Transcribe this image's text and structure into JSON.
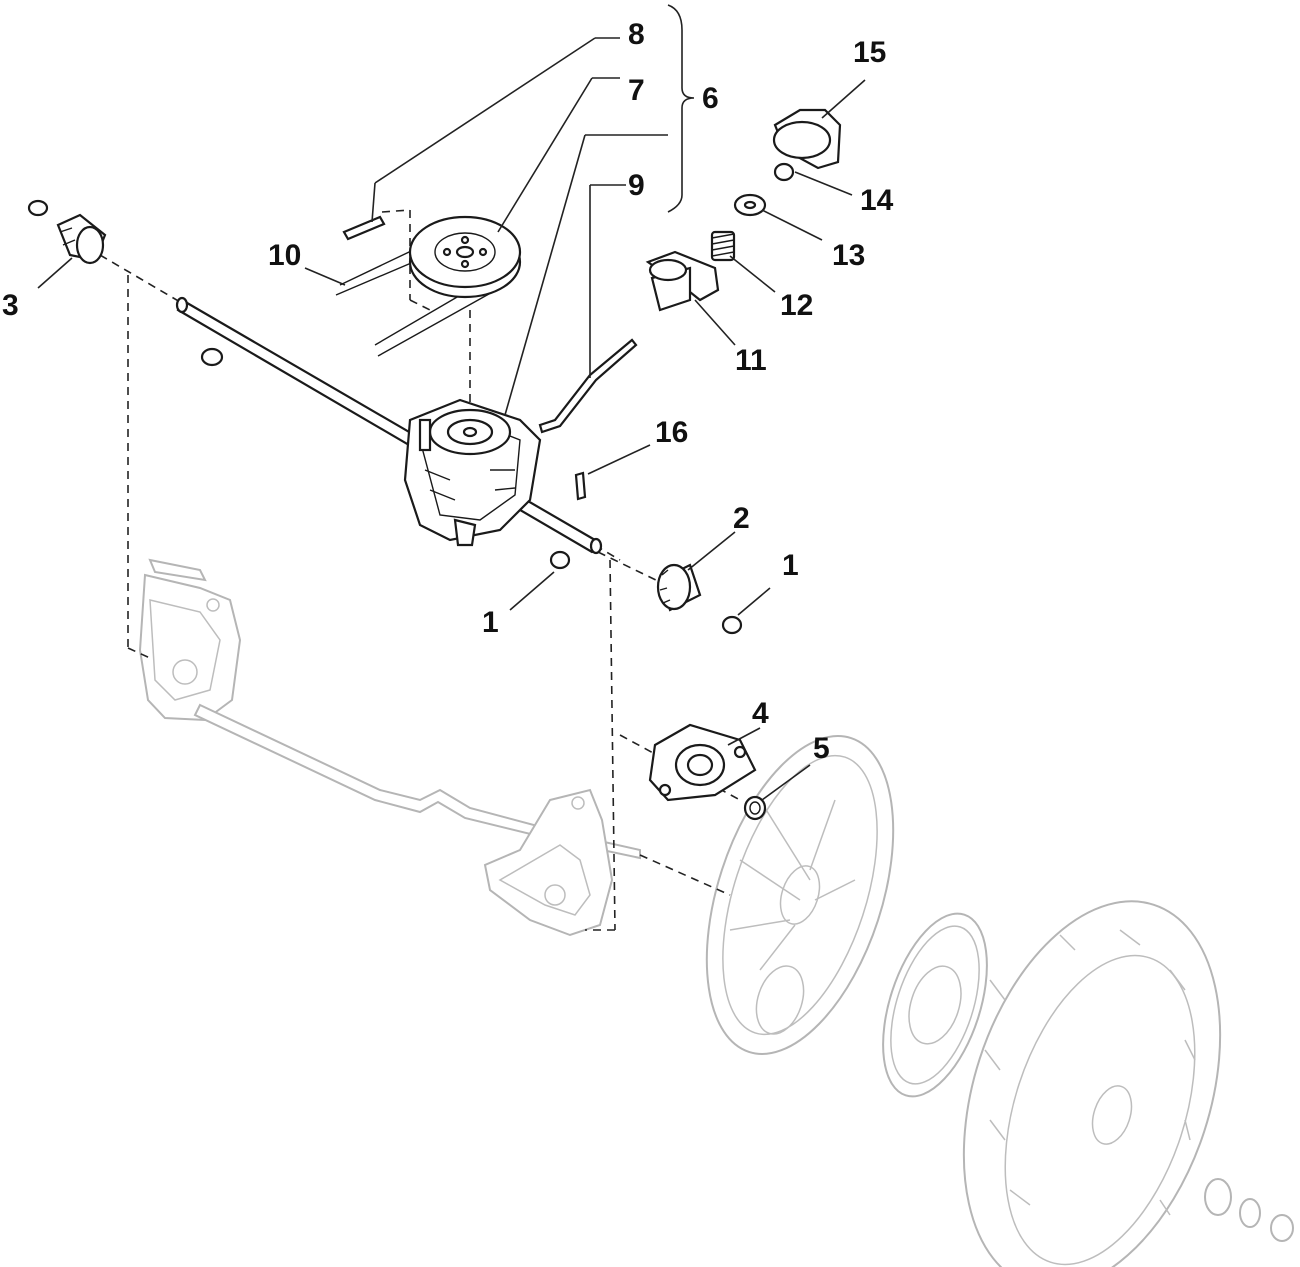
{
  "callouts": {
    "c1a": "1",
    "c1b": "1",
    "c2": "2",
    "c3": "3",
    "c4": "4",
    "c5": "5",
    "c6": "6",
    "c7": "7",
    "c8": "8",
    "c9": "9",
    "c10": "10",
    "c11": "11",
    "c12": "12",
    "c13": "13",
    "c14": "14",
    "c15": "15",
    "c16": "16"
  },
  "colors": {
    "ink": "#1a1a1a",
    "ghost": "#b5b5b5",
    "background": "#ffffff"
  }
}
